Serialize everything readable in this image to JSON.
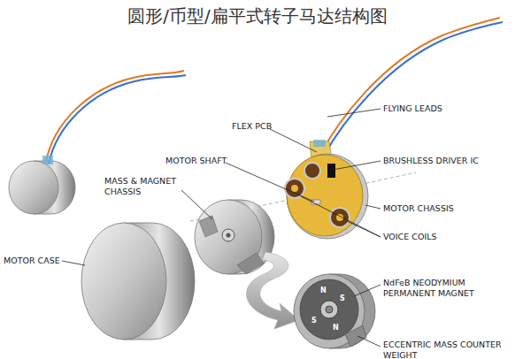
{
  "diagram": {
    "title": "圆形/币型/扁平式转子马达结构图",
    "labels": [
      "FLYING LEADS",
      "FLEX PCB",
      "BRUSHLESS DRIVER IC",
      "MOTOR SHAFT",
      "MASS & MAGNET CHASSIS",
      "MOTOR CHASSIS",
      "VOICE COILS",
      "MOTOR CASE",
      "NdFeB NEODYMIUM PERMANENT MAGNET",
      "N",
      "S",
      "S",
      "N",
      "ECCENTRIC MASS COUNTER WEIGHT"
    ]
  }
}
